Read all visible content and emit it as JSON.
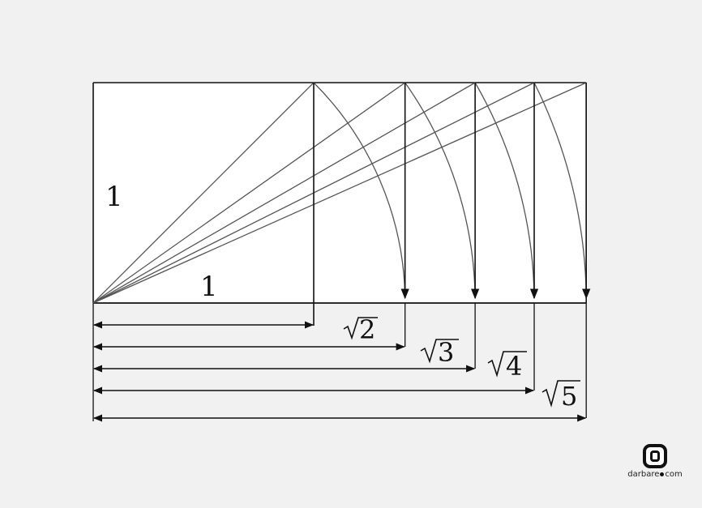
{
  "labels": {
    "side_vertical": "1",
    "side_horizontal": "1",
    "roots": [
      "2",
      "3",
      "4",
      "5"
    ]
  },
  "watermark": {
    "name": "darbare",
    "suffix": "com"
  },
  "construction": {
    "unit": 1,
    "radicands": [
      2,
      3,
      4,
      5
    ],
    "stroke_color": "#111111",
    "diagonal_color": "#555555",
    "background": "#ffffff"
  }
}
